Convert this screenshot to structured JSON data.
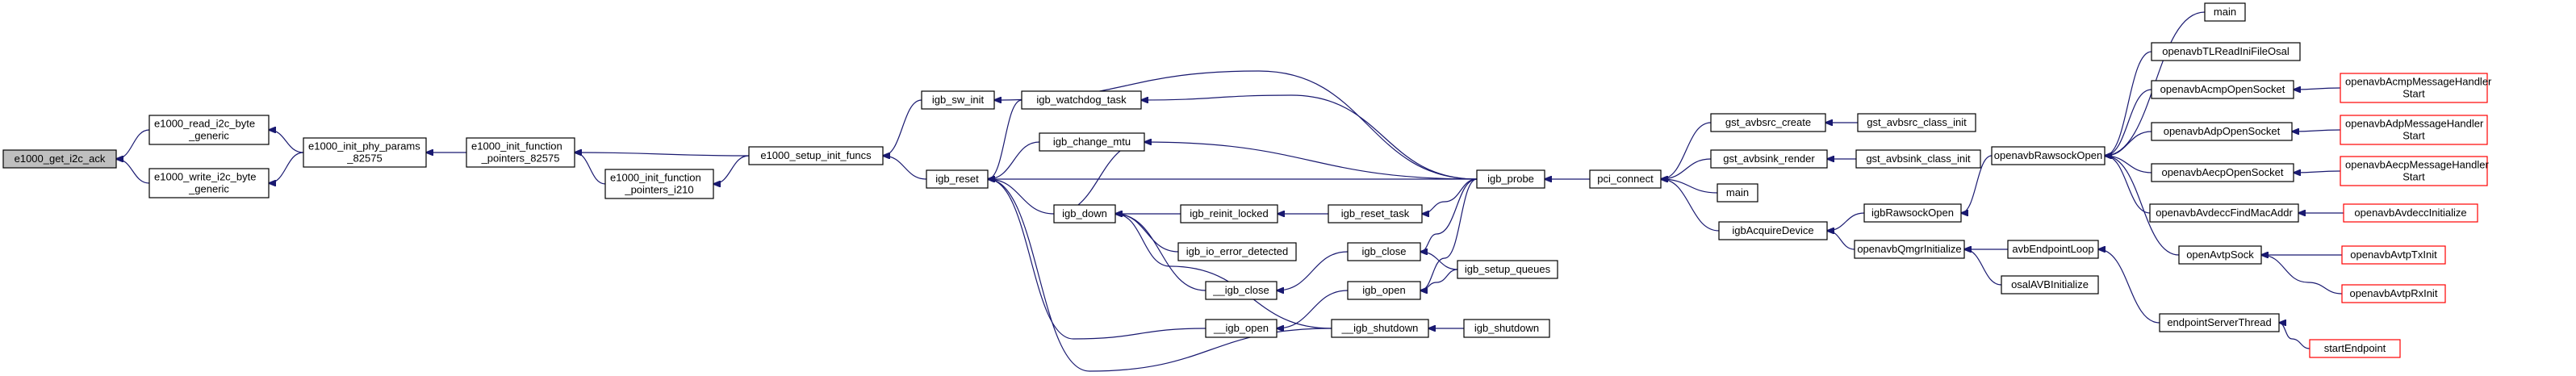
{
  "title": "",
  "nodes": [
    {
      "id": "n0",
      "lines": [
        "e1000_get_i2c_ack"
      ],
      "style": "root"
    },
    {
      "id": "n1",
      "lines": [
        "e1000_read_i2c_byte",
        "_generic"
      ],
      "style": "normal"
    },
    {
      "id": "n2",
      "lines": [
        "e1000_write_i2c_byte",
        "_generic"
      ],
      "style": "normal"
    },
    {
      "id": "n3",
      "lines": [
        "e1000_init_phy_params",
        "_82575"
      ],
      "style": "normal"
    },
    {
      "id": "n4",
      "lines": [
        "e1000_init_function",
        "_pointers_82575"
      ],
      "style": "normal"
    },
    {
      "id": "n5",
      "lines": [
        "e1000_init_function",
        "_pointers_i210"
      ],
      "style": "normal"
    },
    {
      "id": "n6",
      "lines": [
        "e1000_setup_init_funcs"
      ],
      "style": "normal"
    },
    {
      "id": "n7",
      "lines": [
        "igb_sw_init"
      ],
      "style": "normal"
    },
    {
      "id": "n8",
      "lines": [
        "igb_reset"
      ],
      "style": "normal"
    },
    {
      "id": "n9",
      "lines": [
        "igb_watchdog_task"
      ],
      "style": "normal"
    },
    {
      "id": "n10",
      "lines": [
        "igb_change_mtu"
      ],
      "style": "normal"
    },
    {
      "id": "n11",
      "lines": [
        "igb_down"
      ],
      "style": "normal"
    },
    {
      "id": "n12",
      "lines": [
        "igb_reinit_locked"
      ],
      "style": "normal"
    },
    {
      "id": "n13",
      "lines": [
        "igb_io_error_detected"
      ],
      "style": "normal"
    },
    {
      "id": "n14",
      "lines": [
        "__igb_close"
      ],
      "style": "normal"
    },
    {
      "id": "n15",
      "lines": [
        "__igb_open"
      ],
      "style": "normal"
    },
    {
      "id": "n16",
      "lines": [
        "igb_reset_task"
      ],
      "style": "normal"
    },
    {
      "id": "n17",
      "lines": [
        "igb_close"
      ],
      "style": "normal"
    },
    {
      "id": "n18",
      "lines": [
        "igb_open"
      ],
      "style": "normal"
    },
    {
      "id": "n19",
      "lines": [
        "__igb_shutdown"
      ],
      "style": "normal"
    },
    {
      "id": "n20",
      "lines": [
        "igb_probe"
      ],
      "style": "normal"
    },
    {
      "id": "n21",
      "lines": [
        "igb_setup_queues"
      ],
      "style": "normal"
    },
    {
      "id": "n22",
      "lines": [
        "igb_shutdown"
      ],
      "style": "normal"
    },
    {
      "id": "n23",
      "lines": [
        "pci_connect"
      ],
      "style": "normal"
    },
    {
      "id": "n24",
      "lines": [
        "gst_avbsrc_create"
      ],
      "style": "normal"
    },
    {
      "id": "n25",
      "lines": [
        "gst_avbsink_render"
      ],
      "style": "normal"
    },
    {
      "id": "n26",
      "lines": [
        "main"
      ],
      "style": "normal"
    },
    {
      "id": "n27",
      "lines": [
        "igbAcquireDevice"
      ],
      "style": "normal"
    },
    {
      "id": "n28",
      "lines": [
        "gst_avbsrc_class_init"
      ],
      "style": "normal"
    },
    {
      "id": "n29",
      "lines": [
        "gst_avbsink_class_init"
      ],
      "style": "normal"
    },
    {
      "id": "n30",
      "lines": [
        "igbRawsockOpen"
      ],
      "style": "normal"
    },
    {
      "id": "n31",
      "lines": [
        "openavbQmgrInitialize"
      ],
      "style": "normal"
    },
    {
      "id": "n32",
      "lines": [
        "avbEndpointLoop"
      ],
      "style": "normal"
    },
    {
      "id": "n33",
      "lines": [
        "osalAVBInitialize"
      ],
      "style": "normal"
    },
    {
      "id": "n34",
      "lines": [
        "endpointServerThread"
      ],
      "style": "normal"
    },
    {
      "id": "n35",
      "lines": [
        "startEndpoint"
      ],
      "style": "red"
    },
    {
      "id": "n36",
      "lines": [
        "openavbRawsockOpen"
      ],
      "style": "normal"
    },
    {
      "id": "n37",
      "lines": [
        "main"
      ],
      "style": "normal"
    },
    {
      "id": "n38",
      "lines": [
        "openavbTLReadIniFileOsal"
      ],
      "style": "normal"
    },
    {
      "id": "n39",
      "lines": [
        "openavbAcmpOpenSocket"
      ],
      "style": "normal"
    },
    {
      "id": "n40",
      "lines": [
        "openavbAdpOpenSocket"
      ],
      "style": "normal"
    },
    {
      "id": "n41",
      "lines": [
        "openavbAecpOpenSocket"
      ],
      "style": "normal"
    },
    {
      "id": "n42",
      "lines": [
        "openavbAvdeccFindMacAddr"
      ],
      "style": "normal"
    },
    {
      "id": "n43",
      "lines": [
        "openAvtpSock"
      ],
      "style": "normal"
    },
    {
      "id": "n44",
      "lines": [
        "openavbAcmpMessageHandler",
        "Start"
      ],
      "style": "red"
    },
    {
      "id": "n45",
      "lines": [
        "openavbAdpMessageHandler",
        "Start"
      ],
      "style": "red"
    },
    {
      "id": "n46",
      "lines": [
        "openavbAecpMessageHandler",
        "Start"
      ],
      "style": "red"
    },
    {
      "id": "n47",
      "lines": [
        "openavbAvdeccInitialize"
      ],
      "style": "red"
    },
    {
      "id": "n48",
      "lines": [
        "openavbAvtpTxInit"
      ],
      "style": "red"
    },
    {
      "id": "n49",
      "lines": [
        "openavbAvtpRxInit"
      ],
      "style": "red"
    }
  ],
  "edges": [
    [
      "n1",
      "n0"
    ],
    [
      "n2",
      "n0"
    ],
    [
      "n3",
      "n1"
    ],
    [
      "n3",
      "n2"
    ],
    [
      "n4",
      "n3"
    ],
    [
      "n5",
      "n4"
    ],
    [
      "n6",
      "n4"
    ],
    [
      "n6",
      "n5"
    ],
    [
      "n7",
      "n6"
    ],
    [
      "n8",
      "n6"
    ],
    [
      "n20",
      "n7"
    ],
    [
      "n9",
      "n8"
    ],
    [
      "n10",
      "n8"
    ],
    [
      "n11",
      "n8"
    ],
    [
      "n20",
      "n8"
    ],
    [
      "n15",
      "n8"
    ],
    [
      "n19",
      "n8"
    ],
    [
      "n20",
      "n9"
    ],
    [
      "n11",
      "n10"
    ],
    [
      "n20",
      "n10"
    ],
    [
      "n12",
      "n11"
    ],
    [
      "n13",
      "n11"
    ],
    [
      "n14",
      "n11"
    ],
    [
      "n19",
      "n11"
    ],
    [
      "n16",
      "n12"
    ],
    [
      "n17",
      "n14"
    ],
    [
      "n18",
      "n15"
    ],
    [
      "n20",
      "n16"
    ],
    [
      "n20",
      "n17"
    ],
    [
      "n21",
      "n17"
    ],
    [
      "n20",
      "n18"
    ],
    [
      "n21",
      "n18"
    ],
    [
      "n22",
      "n19"
    ],
    [
      "n23",
      "n20"
    ],
    [
      "n24",
      "n23"
    ],
    [
      "n25",
      "n23"
    ],
    [
      "n26",
      "n23"
    ],
    [
      "n27",
      "n23"
    ],
    [
      "n28",
      "n24"
    ],
    [
      "n29",
      "n25"
    ],
    [
      "n30",
      "n27"
    ],
    [
      "n31",
      "n27"
    ],
    [
      "n32",
      "n31"
    ],
    [
      "n33",
      "n31"
    ],
    [
      "n34",
      "n32"
    ],
    [
      "n35",
      "n34"
    ],
    [
      "n36",
      "n30"
    ],
    [
      "n37",
      "n36"
    ],
    [
      "n38",
      "n36"
    ],
    [
      "n39",
      "n36"
    ],
    [
      "n40",
      "n36"
    ],
    [
      "n41",
      "n36"
    ],
    [
      "n42",
      "n36"
    ],
    [
      "n43",
      "n36"
    ],
    [
      "n44",
      "n39"
    ],
    [
      "n45",
      "n40"
    ],
    [
      "n46",
      "n41"
    ],
    [
      "n47",
      "n42"
    ],
    [
      "n48",
      "n43"
    ],
    [
      "n49",
      "n43"
    ]
  ]
}
